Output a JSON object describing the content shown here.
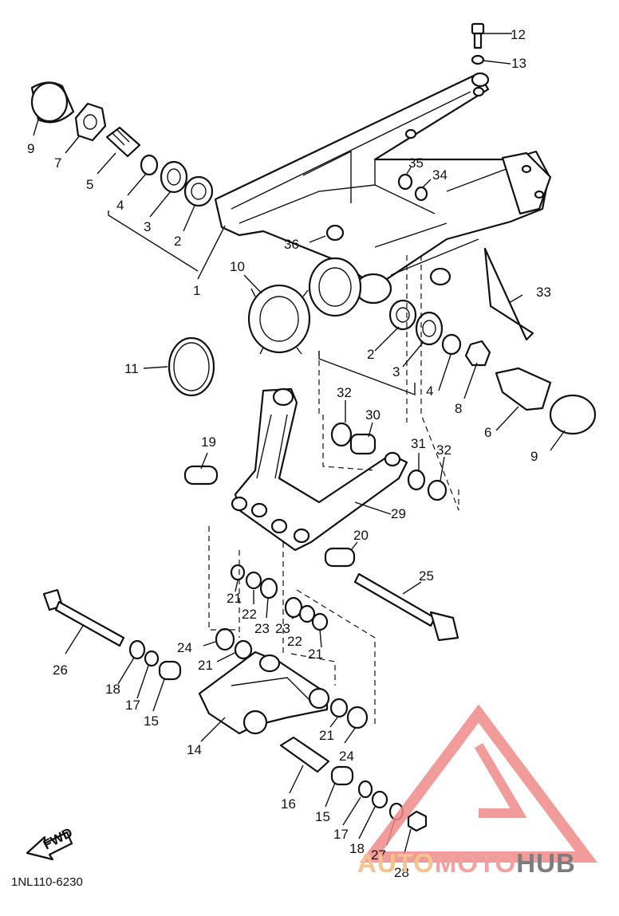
{
  "diagram_code": "1NL110-6230",
  "fwd_label": "FWD",
  "watermark": {
    "text_a": "AUTO",
    "text_b": "MOTO",
    "text_c": "HUB",
    "color_a": "#f3c48d",
    "color_b": "#f2a0a0",
    "color_c": "#7d7d7d",
    "logo_color": "#f08a8a"
  },
  "callouts": [
    {
      "id": "c12",
      "text": "12"
    },
    {
      "id": "c13",
      "text": "13"
    },
    {
      "id": "c9a",
      "text": "9"
    },
    {
      "id": "c7",
      "text": "7"
    },
    {
      "id": "c5",
      "text": "5"
    },
    {
      "id": "c4a",
      "text": "4"
    },
    {
      "id": "c3a",
      "text": "3"
    },
    {
      "id": "c2a",
      "text": "2"
    },
    {
      "id": "c1",
      "text": "1"
    },
    {
      "id": "c35",
      "text": "35"
    },
    {
      "id": "c34",
      "text": "34"
    },
    {
      "id": "c36",
      "text": "36"
    },
    {
      "id": "c10",
      "text": "10"
    },
    {
      "id": "c33",
      "text": "33"
    },
    {
      "id": "c11",
      "text": "11"
    },
    {
      "id": "c2b",
      "text": "2"
    },
    {
      "id": "c3b",
      "text": "3"
    },
    {
      "id": "c4b",
      "text": "4"
    },
    {
      "id": "c8",
      "text": "8"
    },
    {
      "id": "c6",
      "text": "6"
    },
    {
      "id": "c9b",
      "text": "9"
    },
    {
      "id": "c32a",
      "text": "32"
    },
    {
      "id": "c30",
      "text": "30"
    },
    {
      "id": "c19",
      "text": "19"
    },
    {
      "id": "c31",
      "text": "31"
    },
    {
      "id": "c32b",
      "text": "32"
    },
    {
      "id": "c29",
      "text": "29"
    },
    {
      "id": "c20",
      "text": "20"
    },
    {
      "id": "c25",
      "text": "25"
    },
    {
      "id": "c21a",
      "text": "21"
    },
    {
      "id": "c22a",
      "text": "22"
    },
    {
      "id": "c23a",
      "text": "23"
    },
    {
      "id": "c23b",
      "text": "23"
    },
    {
      "id": "c22b",
      "text": "22"
    },
    {
      "id": "c21b",
      "text": "21"
    },
    {
      "id": "c24a",
      "text": "24"
    },
    {
      "id": "c21c",
      "text": "21"
    },
    {
      "id": "c26",
      "text": "26"
    },
    {
      "id": "c18a",
      "text": "18"
    },
    {
      "id": "c17a",
      "text": "17"
    },
    {
      "id": "c15a",
      "text": "15"
    },
    {
      "id": "c14",
      "text": "14"
    },
    {
      "id": "c21d",
      "text": "21"
    },
    {
      "id": "c24b",
      "text": "24"
    },
    {
      "id": "c16",
      "text": "16"
    },
    {
      "id": "c15b",
      "text": "15"
    },
    {
      "id": "c17b",
      "text": "17"
    },
    {
      "id": "c18b",
      "text": "18"
    },
    {
      "id": "c27",
      "text": "27"
    },
    {
      "id": "c28",
      "text": "28"
    }
  ]
}
